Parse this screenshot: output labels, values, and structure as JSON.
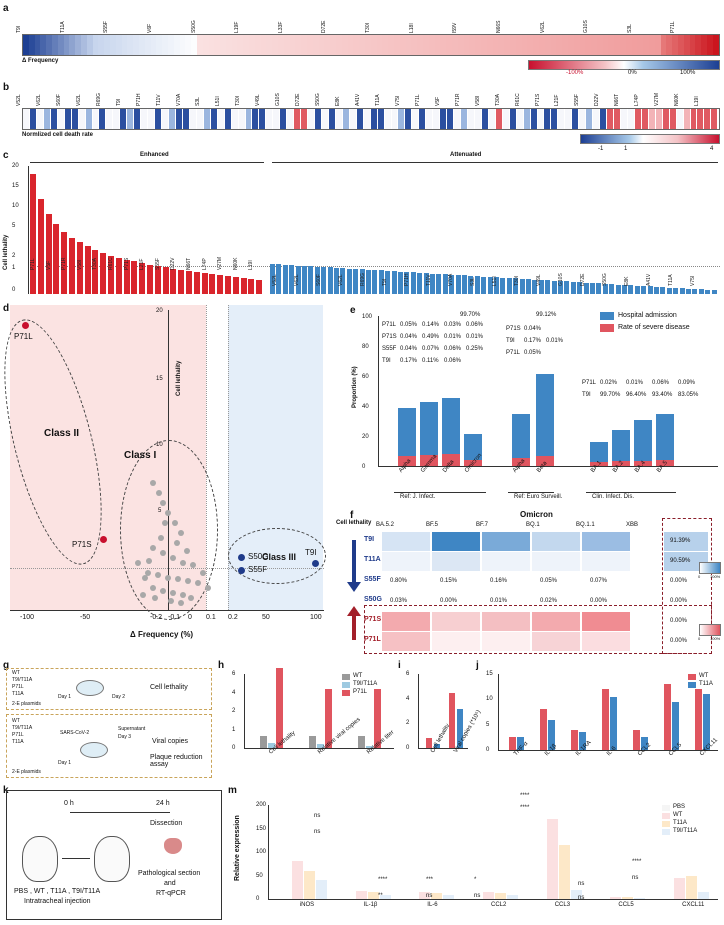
{
  "panels": {
    "a": "a",
    "b": "b",
    "c": "c",
    "d": "d",
    "e": "e",
    "f": "f",
    "g": "g",
    "h": "h",
    "i": "i",
    "j": "j",
    "k": "k",
    "m": "m"
  },
  "panel_a": {
    "ylabel": "Δ Frequency",
    "scale_labels": [
      "-100%",
      "0%",
      "100%"
    ],
    "mutations": [
      "T9I",
      "T11A",
      "S55F",
      "V6F",
      "S50G",
      "L19F",
      "L33F",
      "D72E",
      "T30I",
      "L18I",
      "I59V",
      "N66S",
      "V62L",
      "G10S",
      "S3L",
      "P71L"
    ]
  },
  "panel_b": {
    "ylabel": "Normlized cell death rate",
    "scale_labels": [
      "-1",
      "1",
      "4"
    ]
  },
  "panel_c": {
    "group_enhanced": "Enhanced",
    "group_attenuated": "Attenuated",
    "ylabel": "Cell lethality",
    "yticks": [
      "20",
      "15",
      "10",
      "5",
      "2",
      "1",
      "0"
    ],
    "mutations_enhanced": [
      "P71L",
      "V5F",
      "P71R",
      "V58I",
      "T30A",
      "R61C",
      "P71S",
      "L21F",
      "S55F",
      "D22V",
      "N66T",
      "L74P",
      "V27M",
      "N60K",
      "L19I"
    ],
    "mutations_attenuated": [
      "V52L",
      "V62L",
      "S60F",
      "V62L",
      "R69G",
      "T9I",
      "P71H",
      "T11V",
      "V70A",
      "S3L",
      "L51I",
      "T30I",
      "V49L",
      "G10S",
      "D72E",
      "S50G",
      "E8K",
      "A41V",
      "T11A",
      "V75I"
    ]
  },
  "panel_d": {
    "ylabel": "Cell lethality",
    "xlabel": "Δ Frequency (%)",
    "yticks": [
      "20",
      "15",
      "10",
      "5"
    ],
    "xticks": [
      "-100",
      "-50",
      "-0.2",
      "-0.1",
      "0",
      "0.1",
      "0.2",
      "50",
      "100"
    ],
    "class1": "Class I",
    "class2": "Class II",
    "class3": "Class III",
    "points_red": [
      "P71L",
      "P71S"
    ],
    "points_blue": [
      "S50G",
      "S55F",
      "T9I"
    ]
  },
  "panel_e": {
    "ylabel": "Proportion (%)",
    "yticks": [
      "100",
      "80",
      "60",
      "40",
      "20",
      "0"
    ],
    "legend": [
      "Hospital admission",
      "Rate of severe disease"
    ],
    "groups": [
      {
        "label": "Ref: J. Infect.",
        "bars": [
          "Alpha",
          "Gamma",
          "Delta",
          "Omicron"
        ]
      },
      {
        "label": "Ref: Euro Surveill.",
        "bars": [
          "Alpha",
          "Beta"
        ]
      },
      {
        "label": "Clin. Infect. Dis.",
        "bars": [
          "BA.1",
          "BA.2",
          "BA.4",
          "BA.5"
        ]
      }
    ],
    "table1": {
      "rows": [
        "P71L",
        "P71S",
        "S55F",
        "T9I"
      ],
      "vals": [
        [
          "0.05%",
          "0.14%",
          "0.03%",
          "0.06%"
        ],
        [
          "0.04%",
          "0.49%",
          "0.01%",
          "0.01%"
        ],
        [
          "0.04%",
          "0.07%",
          "0.06%",
          "0.25%"
        ],
        [
          "0.17%",
          "0.11%",
          "0.06%",
          ""
        ]
      ],
      "top": "99.70%"
    },
    "table2": {
      "top": "99.12%",
      "rows": [
        "P71S",
        "T9I",
        "P71L"
      ],
      "vals": [
        [
          "0.04%",
          ""
        ],
        [
          "0.17%",
          "0.01%"
        ],
        [
          "0.05%",
          ""
        ]
      ]
    },
    "table3": {
      "rows": [
        "P71L",
        "T9I"
      ],
      "vals": [
        [
          "0.02%",
          "0.01%",
          "0.06%",
          "0.09%"
        ],
        [
          "99.70%",
          "96.40%",
          "93.40%",
          "83.05%"
        ]
      ]
    }
  },
  "panel_f": {
    "title": "Omicron",
    "ylabel": "Cell lethality",
    "cols": [
      "BA.5.2",
      "BF.5",
      "BF.7",
      "BQ.1",
      "BQ.1.1",
      "XBB"
    ],
    "rows": [
      {
        "name": "T9I",
        "vals": [
          "",
          "",
          "",
          "",
          "",
          "91.39%"
        ]
      },
      {
        "name": "T11A",
        "vals": [
          "",
          "",
          "",
          "",
          "",
          "90.59%"
        ]
      },
      {
        "name": "S55F",
        "vals": [
          "0.80%",
          "0.15%",
          "0.16%",
          "0.05%",
          "0.07%",
          "0.00%"
        ]
      },
      {
        "name": "S50G",
        "vals": [
          "0.03%",
          "0.00%",
          "0.01%",
          "0.02%",
          "0.00%",
          "0.00%"
        ]
      },
      {
        "name": "P71S",
        "vals": [
          "",
          "",
          "",
          "",
          "",
          "0.00%"
        ]
      },
      {
        "name": "P71L",
        "vals": [
          "",
          "",
          "",
          "",
          "",
          "0.00%"
        ]
      }
    ],
    "scale": [
      "0",
      "100%"
    ]
  },
  "panel_g": {
    "top_list": [
      "WT",
      "T9I/T11A",
      "P71L",
      "T11A"
    ],
    "bottom_list": [
      "WT",
      "T9I/T11A",
      "P71L",
      "T11A"
    ],
    "plasmid": "2-E plasmids",
    "day1": "Day 1",
    "day2": "Day 2",
    "day3": "Day 3",
    "sars": "SARS-CoV-2",
    "supernatant": "Supernatant",
    "out1": "Cell lethality",
    "out2": "Viral copies",
    "out3": "Plaque reduction assay"
  },
  "panel_h": {
    "legend": [
      "WT",
      "T9I/T11A",
      "P71L"
    ],
    "yticks": [
      "6",
      "4",
      "2",
      "1",
      "0"
    ],
    "xlabels": [
      "Cell lethality",
      "Relative viral copies",
      "Relative titer"
    ]
  },
  "panel_i": {
    "yticks": [
      "6",
      "4",
      "2",
      "0"
    ],
    "xlabels": [
      "Cell lethality",
      "Viral copies (*10⁵)"
    ]
  },
  "panel_j": {
    "legend": [
      "WT",
      "T11A"
    ],
    "yticks": [
      "15",
      "10",
      "5",
      "0"
    ],
    "xlabels": [
      "TNF-α",
      "IL-1β",
      "IL-1RA",
      "IL-6",
      "CCL2",
      "CCL5",
      "CXCL11"
    ]
  },
  "panel_k": {
    "t0": "0 h",
    "t24": "24 h",
    "dissection": "Dissection",
    "left": "PBS , WT , T11A , T9I/T11A",
    "left2": "Intratracheal injection",
    "right": "Pathological section",
    "right2": "and",
    "right3": "RT-qPCR"
  },
  "panel_m": {
    "ylabel": "Relative expression",
    "yticks": [
      "200",
      "150",
      "100",
      "50",
      "0"
    ],
    "legend": [
      "PBS",
      "WT",
      "T11A",
      "T9I/T11A"
    ],
    "xlabels": [
      "iNOS",
      "IL-1β",
      "IL-6",
      "CCL2",
      "CCL3",
      "CCL5",
      "CXCL11"
    ],
    "sig": [
      "ns",
      "ns",
      "**",
      "****",
      "ns",
      "***",
      "ns",
      "*",
      "****",
      "****",
      "ns",
      "ns",
      "ns",
      "****"
    ]
  },
  "colors": {
    "red": "#e0555f",
    "blue": "#3f86c4",
    "grey": "#9a9a9a",
    "lightblue": "#9ecae1",
    "darkblue": "#1f3b8a"
  }
}
